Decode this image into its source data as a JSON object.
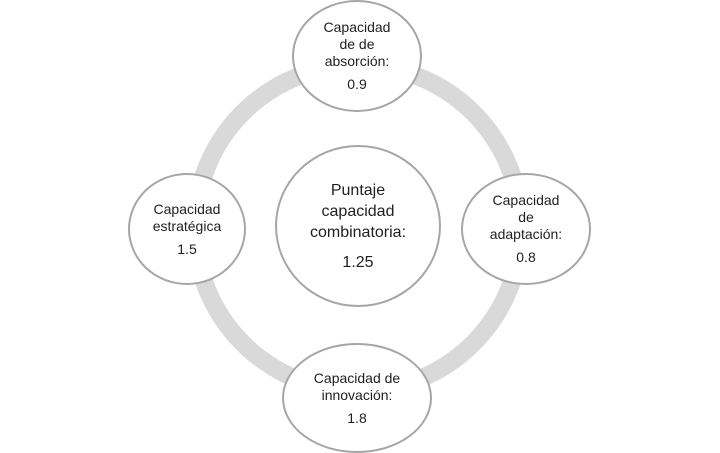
{
  "diagram": {
    "center": {
      "label": "Puntaje\ncapacidad\ncombinatoria:",
      "value": "1.25"
    },
    "nodes": {
      "top": {
        "label": "Capacidad\nde de\nabsorción:",
        "value": "0.9"
      },
      "right": {
        "label": "Capacidad\nde\nadaptación:",
        "value": "0.8"
      },
      "bottom": {
        "label": "Capacidad de\ninnovación:",
        "value": "1.8"
      },
      "left": {
        "label": "Capacidad\nestratégica",
        "value": "1.5"
      }
    },
    "colors": {
      "ring": "#d9d9d9",
      "node_border": "#a6a6a6",
      "node_fill": "#ffffff",
      "text": "#1f1f1f"
    }
  }
}
